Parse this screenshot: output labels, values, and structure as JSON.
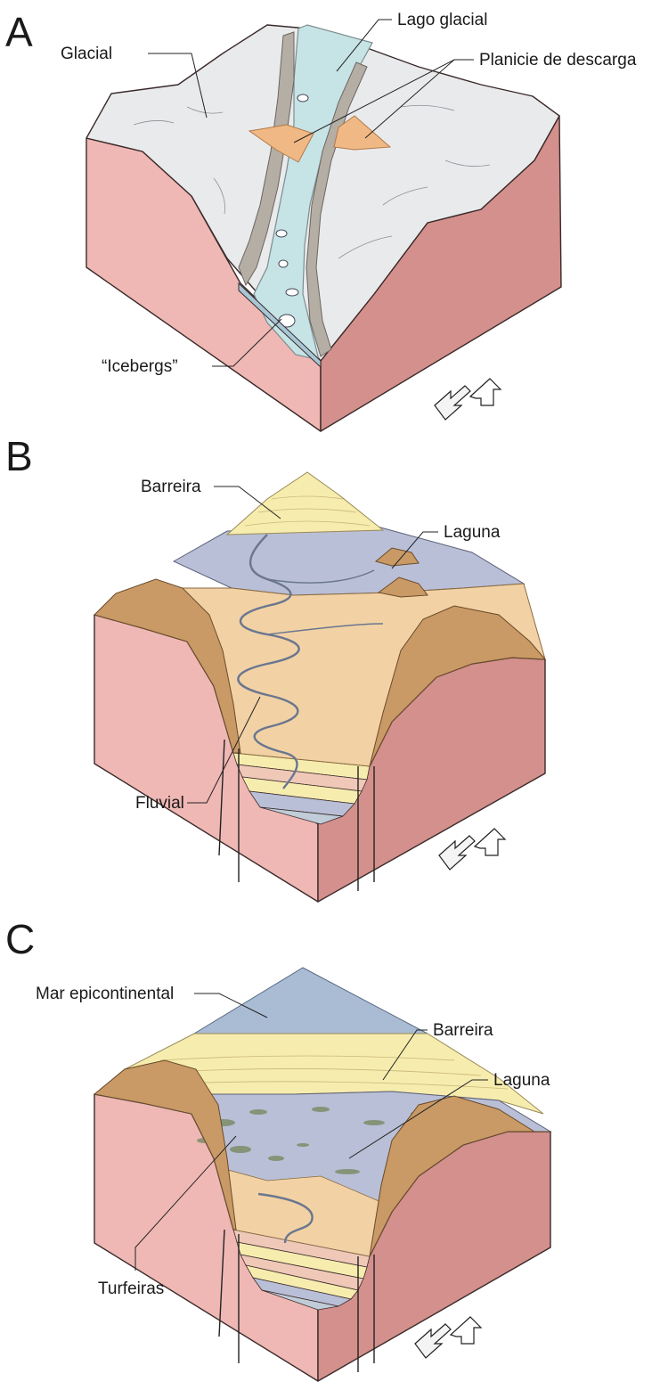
{
  "panels": {
    "a": {
      "letter": "A",
      "labels": {
        "lago_glacial": "Lago glacial",
        "glacial": "Glacial",
        "planicie": "Planicie de descarga",
        "icebergs": "“Icebergs”"
      }
    },
    "b": {
      "letter": "B",
      "labels": {
        "barreira": "Barreira",
        "laguna": "Laguna",
        "fluvial": "Fluvial"
      }
    },
    "c": {
      "letter": "C",
      "labels": {
        "mar": "Mar epicontinental",
        "barreira": "Barreira",
        "laguna": "Laguna",
        "turfeiras": "Turfeiras"
      }
    }
  },
  "north_arrow_icon": "north-arrow-icon",
  "colors": {
    "block_left": "#efb8b4",
    "block_right": "#d4908c",
    "ice": "#e9eaec",
    "lake": "#c6e3e6",
    "outwash": "#f0b884",
    "slope": "#c99a66",
    "plain": "#f2d2a4",
    "lagoon": "#b9bfd6",
    "sea": "#a9bcd4",
    "sand": "#f6ecae",
    "peat": "#7d8c68"
  }
}
